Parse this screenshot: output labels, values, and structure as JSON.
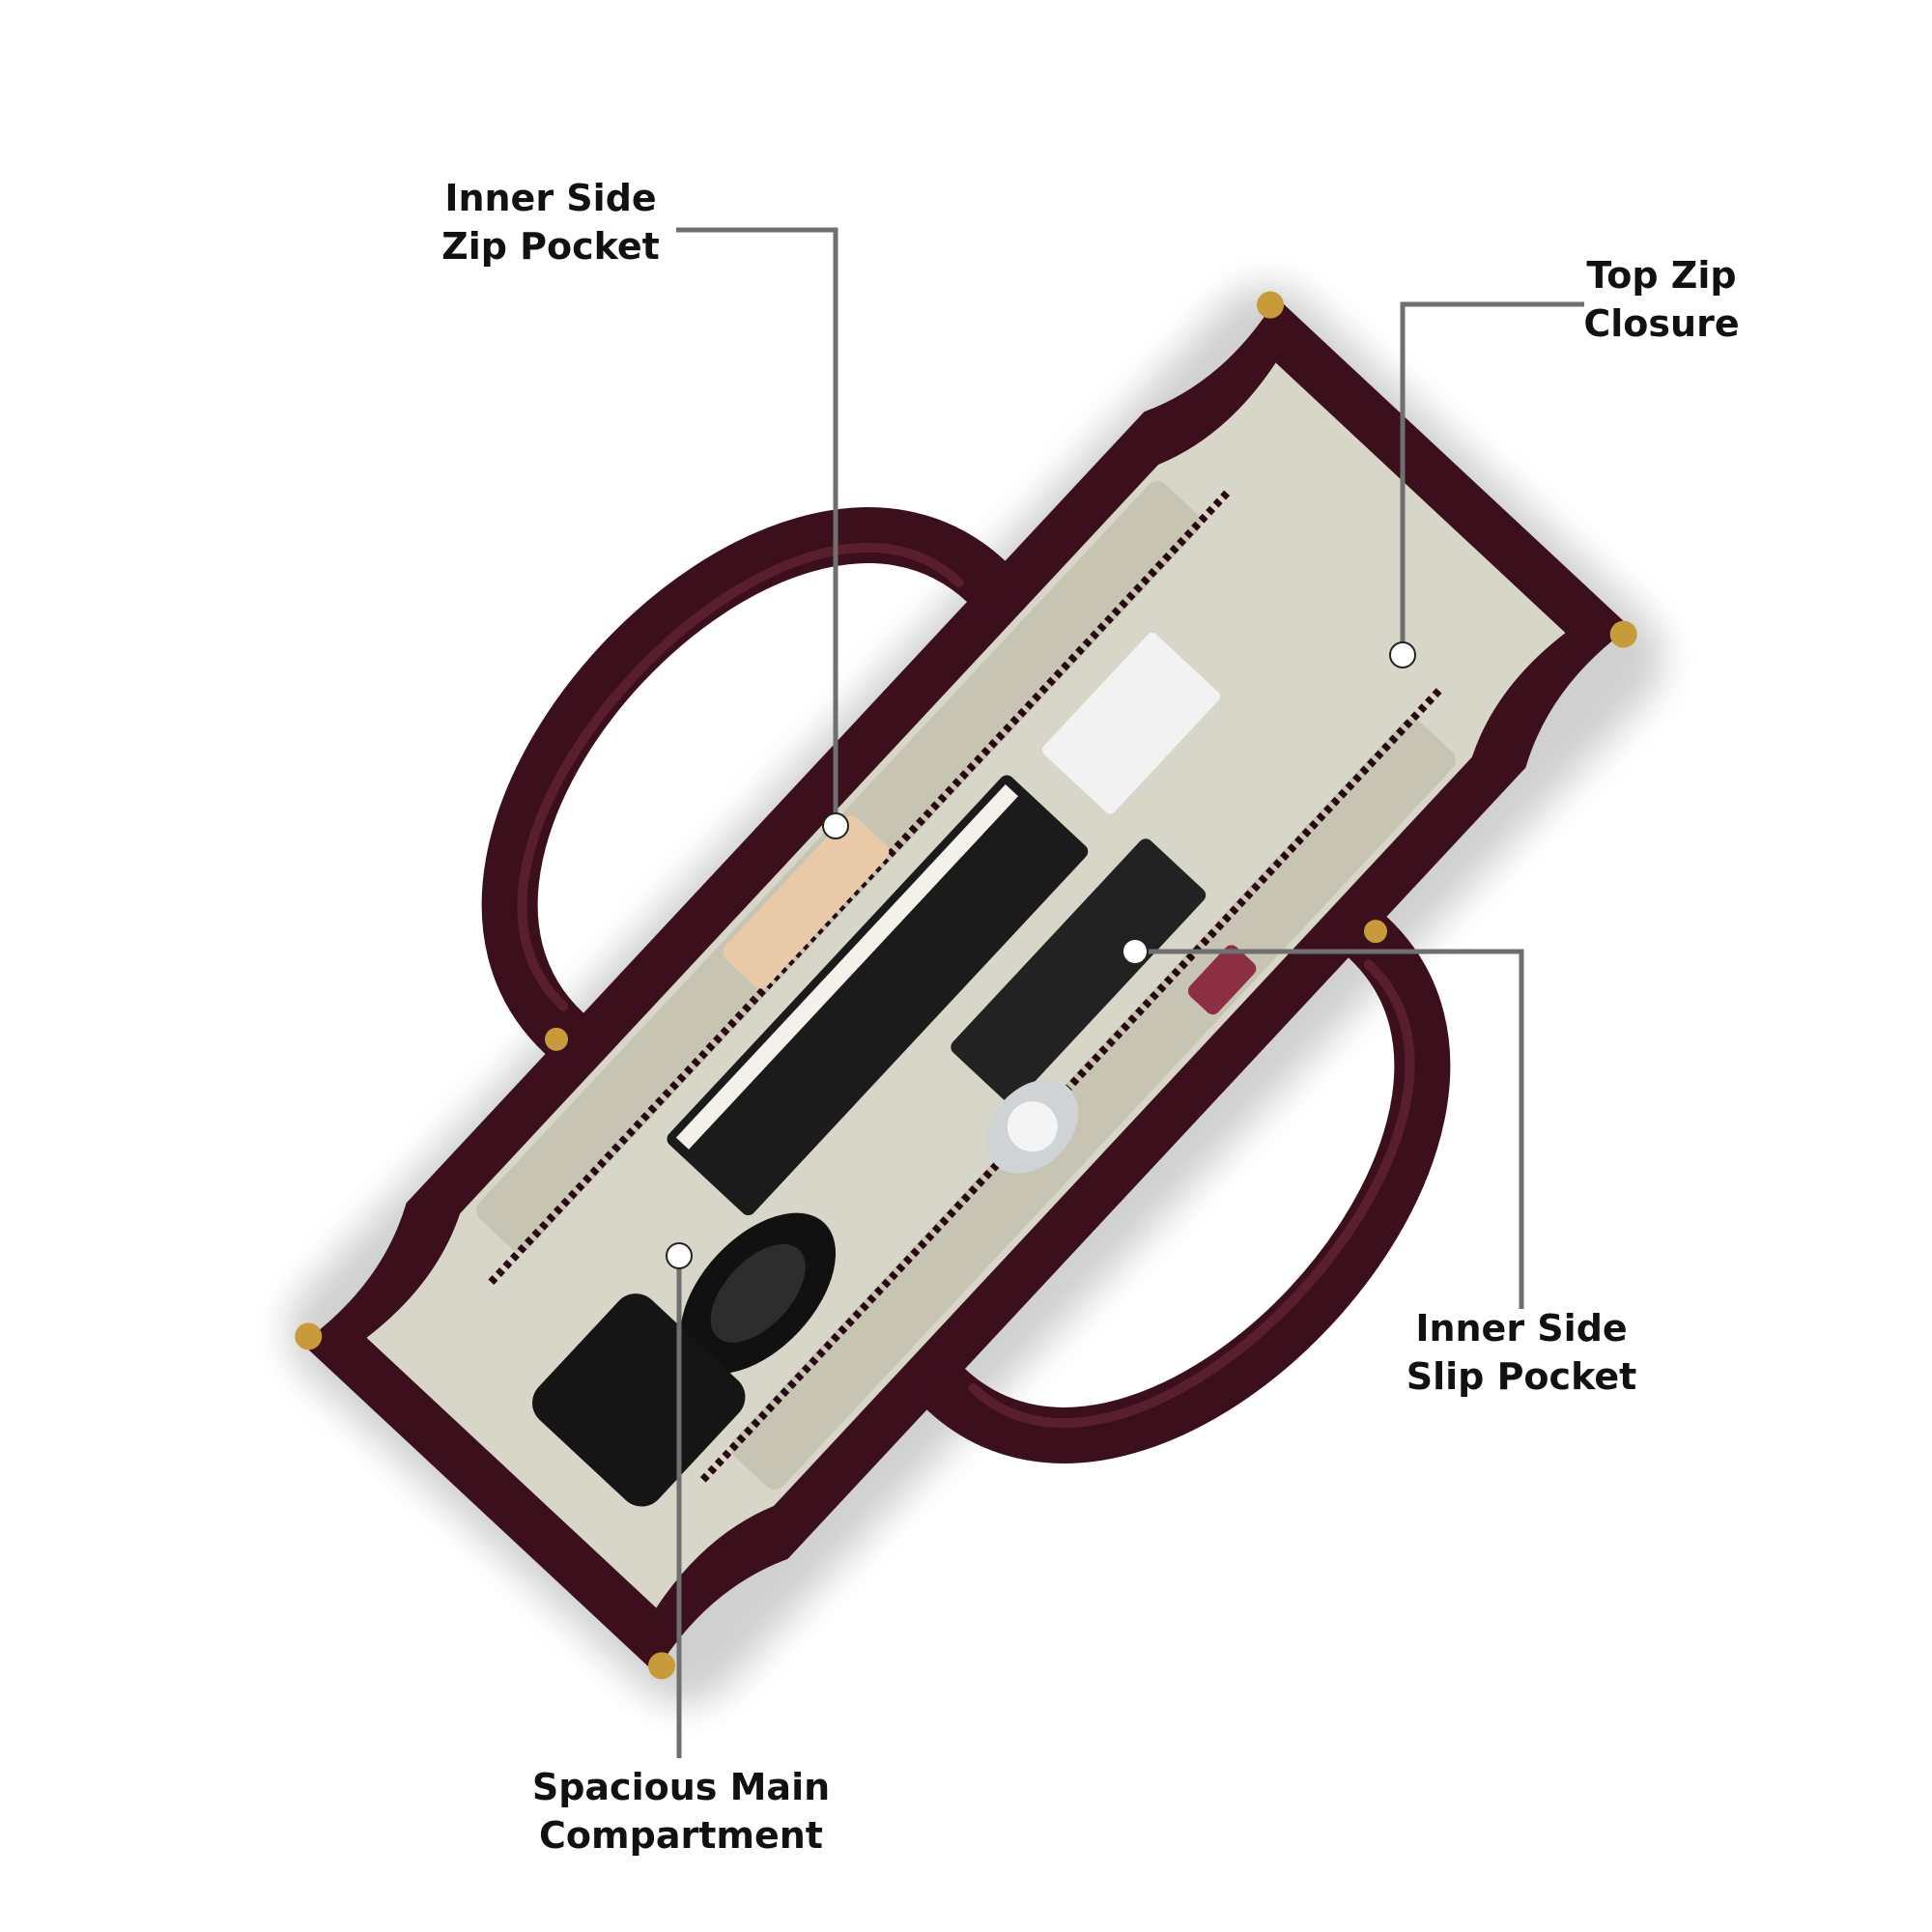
{
  "colors": {
    "leather": "#3b0f1c",
    "leather_dark": "#250812",
    "leather_highlight": "#6e2a3a",
    "lining": "#d8d6c8",
    "lining_shadow": "#b9b6a4",
    "hardware": "#c79a3a",
    "leader_line": "#6f6f6f",
    "dot": "#ffffff"
  },
  "callouts": [
    {
      "id": "inner-side-zip-pocket",
      "lines": [
        "Inner Side",
        "Zip Pocket"
      ]
    },
    {
      "id": "top-zip-closure",
      "lines": [
        "Top Zip",
        "Closure"
      ]
    },
    {
      "id": "inner-side-slip-pocket",
      "lines": [
        "Inner Side",
        "Slip Pocket"
      ]
    },
    {
      "id": "spacious-main-compartment",
      "lines": [
        "Spacious Main",
        "Compartment"
      ]
    }
  ]
}
